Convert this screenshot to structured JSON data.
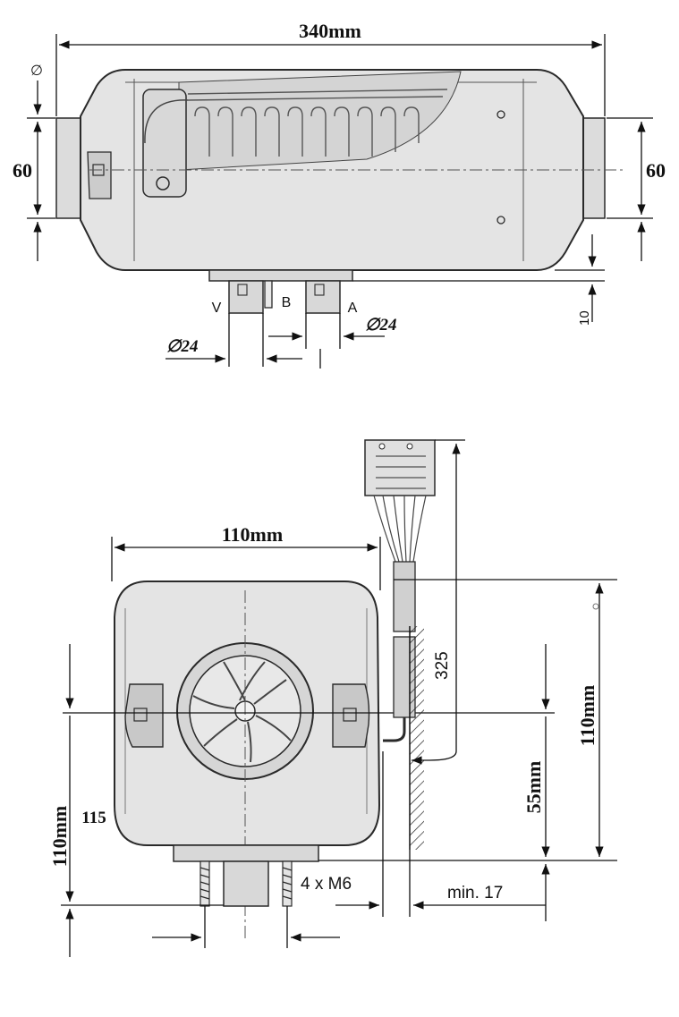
{
  "top_view": {
    "length_label": "340mm",
    "left_diameter_symbol": "∅",
    "left_diameter_value": "60",
    "right_diameter_value": "60",
    "offset_label": "10",
    "port_v": "V",
    "port_b": "B",
    "port_a": "A",
    "port_left_diameter": "∅24",
    "port_right_diameter": "∅24"
  },
  "front_view": {
    "width_label": "110mm",
    "left_height_label": "110mm",
    "left_height_offset": "115",
    "right_height_label": "110mm",
    "center_height_label": "55mm",
    "cable_length_label": "325",
    "bolts_label": "4 x M6",
    "clearance_label": "min. 17"
  },
  "colors": {
    "body_fill": "#e4e4e4",
    "body_stroke": "#2a2a2a",
    "shadow": "#bdbdbd",
    "line": "#111111"
  }
}
